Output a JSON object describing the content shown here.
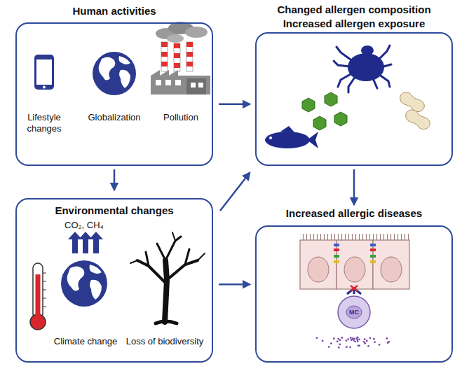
{
  "diagram": {
    "nodes": [
      {
        "text": [
          "Human activities",
          "Lifestyle changes",
          "Globalization",
          "Pollution"
        ]
      },
      {
        "text": [
          "Changed allergen composition",
          "Increased allergen exposure"
        ]
      },
      {
        "text": [
          "Environmental changes",
          "CO₂, CH₄",
          "Climate change",
          "Loss of biodiversity"
        ]
      },
      {
        "text": [
          "Increased allergic diseases"
        ]
      }
    ],
    "edges": [
      {
        "from": 0,
        "to": 1,
        "arrow": "to"
      },
      {
        "from": 0,
        "to": 2,
        "arrow": "to"
      },
      {
        "from": 2,
        "to": 1,
        "arrow": "to"
      },
      {
        "from": 1,
        "to": 3,
        "arrow": "to"
      },
      {
        "from": 2,
        "to": 3,
        "arrow": "to"
      }
    ],
    "labels": [
      "MC"
    ]
  }
}
